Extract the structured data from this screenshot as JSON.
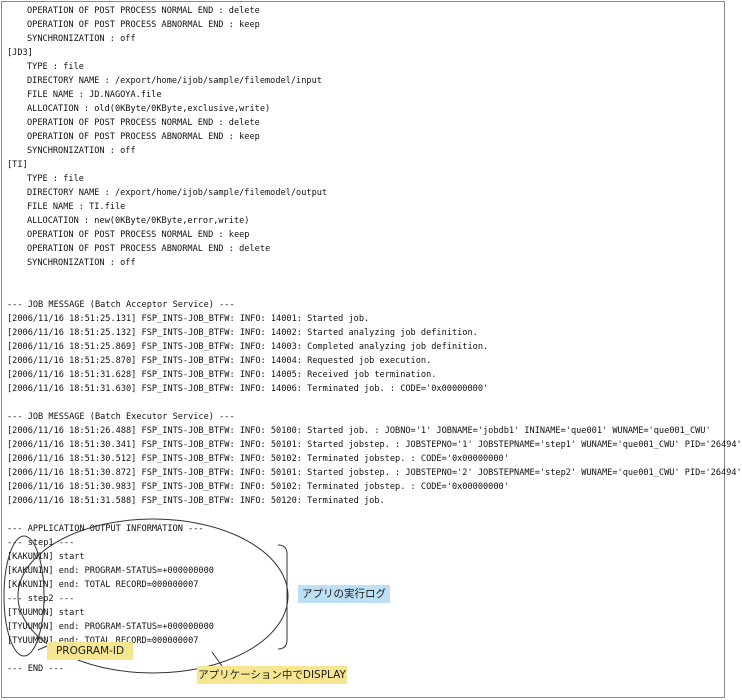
{
  "log_lines": [
    {
      "text": "OPERATION OF POST PROCESS NORMAL END : delete",
      "indent": true
    },
    {
      "text": "OPERATION OF POST PROCESS ABNORMAL END : keep",
      "indent": true
    },
    {
      "text": "SYNCHRONIZATION : off",
      "indent": true
    },
    {
      "text": "[JD3]",
      "indent": false
    },
    {
      "text": "TYPE : file",
      "indent": true
    },
    {
      "text": "DIRECTORY NAME : /export/home/ijob/sample/filemodel/input",
      "indent": true
    },
    {
      "text": "FILE NAME : JD.NAGOYA.file",
      "indent": true
    },
    {
      "text": "ALLOCATION : old(0KByte/0KByte,exclusive,write)",
      "indent": true
    },
    {
      "text": "OPERATION OF POST PROCESS NORMAL END : delete",
      "indent": true
    },
    {
      "text": "OPERATION OF POST PROCESS ABNORMAL END : keep",
      "indent": true
    },
    {
      "text": "SYNCHRONIZATION : off",
      "indent": true
    },
    {
      "text": "[TI]",
      "indent": false
    },
    {
      "text": "TYPE : file",
      "indent": true
    },
    {
      "text": "DIRECTORY NAME : /export/home/ijob/sample/filemodel/output",
      "indent": true
    },
    {
      "text": "FILE NAME : TI.file",
      "indent": true
    },
    {
      "text": "ALLOCATION : new(0KByte/0KByte,error,write)",
      "indent": true
    },
    {
      "text": "OPERATION OF POST PROCESS NORMAL END : keep",
      "indent": true
    },
    {
      "text": "OPERATION OF POST PROCESS ABNORMAL END : delete",
      "indent": true
    },
    {
      "text": "SYNCHRONIZATION : off",
      "indent": true
    },
    {
      "text": "",
      "indent": false
    },
    {
      "text": "",
      "indent": false
    },
    {
      "text": "--- JOB MESSAGE (Batch Acceptor Service) ---",
      "indent": false
    },
    {
      "text": "[2006/11/16 18:51:25.131] FSP_INTS-JOB_BTFW: INFO: 14001: Started job.",
      "indent": false
    },
    {
      "text": "[2006/11/16 18:51:25.132] FSP_INTS-JOB_BTFW: INFO: 14002: Started analyzing job definition.",
      "indent": false
    },
    {
      "text": "[2006/11/16 18:51:25.869] FSP_INTS-JOB_BTFW: INFO: 14003: Completed analyzing job definition.",
      "indent": false
    },
    {
      "text": "[2006/11/16 18:51:25.870] FSP_INTS-JOB_BTFW: INFO: 14004: Requested job execution.",
      "indent": false
    },
    {
      "text": "[2006/11/16 18:51:31.628] FSP_INTS-JOB_BTFW: INFO: 14005: Received job termination.",
      "indent": false
    },
    {
      "text": "[2006/11/16 18:51:31.630] FSP_INTS-JOB_BTFW: INFO: 14006: Terminated job. : CODE='0x00000000'",
      "indent": false
    },
    {
      "text": "",
      "indent": false
    },
    {
      "text": "--- JOB MESSAGE (Batch Executor Service) ---",
      "indent": false
    },
    {
      "text": "[2006/11/16 18:51:26.488] FSP_INTS-JOB_BTFW: INFO: 50100: Started job. : JOBNO='1' JOBNAME='jobdb1' ININAME='que001' WUNAME='que001_CWU'",
      "indent": false
    },
    {
      "text": "[2006/11/16 18:51:30.341] FSP_INTS-JOB_BTFW: INFO: 50101: Started jobstep. : JOBSTEPNO='1' JOBSTEPNAME='step1' WUNAME='que001_CWU' PID='26494'",
      "indent": false
    },
    {
      "text": "[2006/11/16 18:51:30.512] FSP_INTS-JOB_BTFW: INFO: 50102: Terminated jobstep. : CODE='0x00000000'",
      "indent": false
    },
    {
      "text": "[2006/11/16 18:51:30.872] FSP_INTS-JOB_BTFW: INFO: 50101: Started jobstep. : JOBSTEPNO='2' JOBSTEPNAME='step2' WUNAME='que001_CWU' PID='26494'",
      "indent": false
    },
    {
      "text": "[2006/11/16 18:51:30.983] FSP_INTS-JOB_BTFW: INFO: 50102: Terminated jobstep. : CODE='0x00000000'",
      "indent": false
    },
    {
      "text": "[2006/11/16 18:51:31.588] FSP_INTS-JOB_BTFW: INFO: 50120: Terminated job.",
      "indent": false
    },
    {
      "text": "",
      "indent": false
    },
    {
      "text": "--- APPLICATION OUTPUT INFORMATION ---",
      "indent": false
    },
    {
      "text": "--- step1 ---",
      "indent": false
    },
    {
      "text": "[KAKUNIN] start",
      "indent": false
    },
    {
      "text": "[KAKUNIN] end: PROGRAM-STATUS=+000000000",
      "indent": false
    },
    {
      "text": "[KAKUNIN] end: TOTAL RECORD=000000007",
      "indent": false
    },
    {
      "text": "--- step2 ---",
      "indent": false
    },
    {
      "text": "[TYUUMON] start",
      "indent": false
    },
    {
      "text": "[TYUUMON] end: PROGRAM-STATUS=+000000000",
      "indent": false
    },
    {
      "text": "[TYUUMON] end: TOTAL RECORD=000000007",
      "indent": false
    },
    {
      "text": "",
      "indent": false
    },
    {
      "text": "--- END ---",
      "indent": false
    }
  ],
  "callouts": {
    "app_log": "アプリの実行ログ",
    "program_id": "PROGRAM-ID",
    "display_in_app": "アプリケーション中でDISPLAY"
  },
  "colors": {
    "callout_blue": "#bde0f4",
    "callout_yellow": "#f6e691",
    "annotation_line": "#333333",
    "frame_border": "#8c8c8c"
  }
}
